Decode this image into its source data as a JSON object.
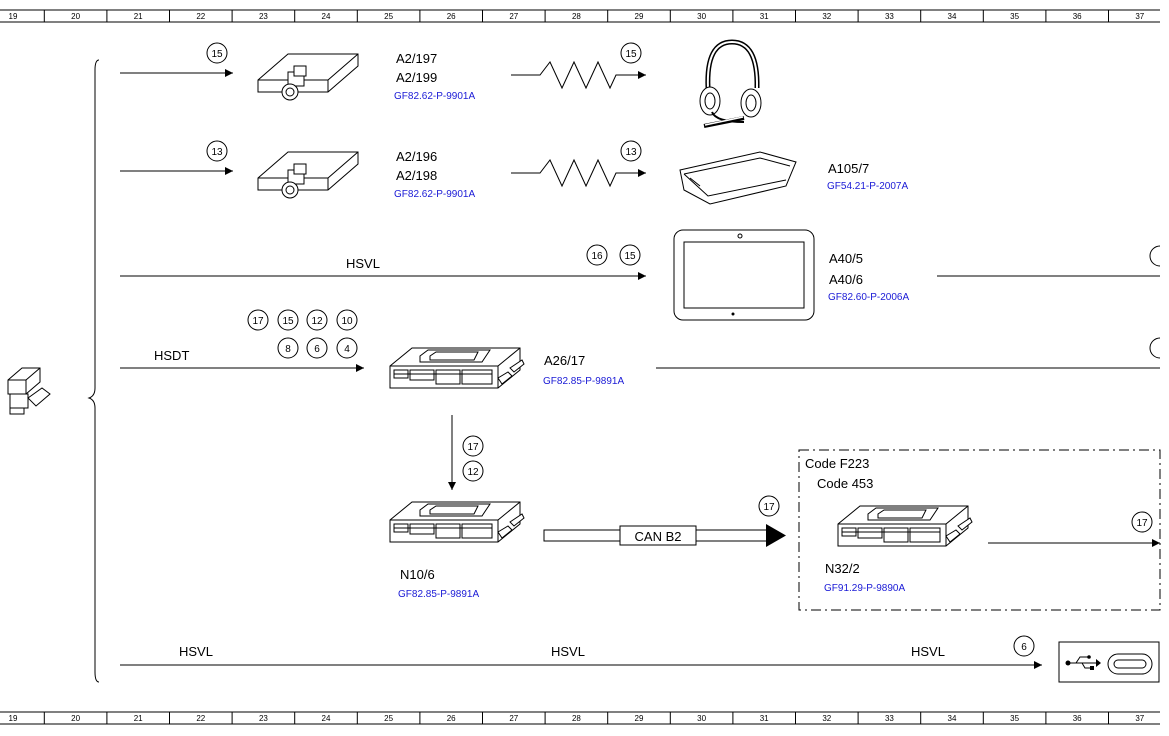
{
  "ruler": {
    "top": [
      "19",
      "20",
      "21",
      "22",
      "23",
      "24",
      "25",
      "26",
      "27",
      "28",
      "29",
      "30",
      "31",
      "32",
      "33",
      "34",
      "35",
      "36",
      "37"
    ],
    "bottom": [
      "19",
      "20",
      "21",
      "22",
      "23",
      "24",
      "25",
      "26",
      "27",
      "28",
      "29",
      "30",
      "31",
      "32",
      "33",
      "34",
      "35",
      "36",
      "37"
    ]
  },
  "rows": {
    "r1": {
      "designators": [
        "A2/197",
        "A2/199"
      ],
      "ref": "GF82.62-P-9901A",
      "in_marker": "15",
      "out_marker": "15"
    },
    "r2": {
      "designators": [
        "A2/196",
        "A2/198"
      ],
      "ref": "GF82.62-P-9901A",
      "in_marker": "13",
      "out_marker": "13",
      "device": "A105/7",
      "device_ref": "GF54.21-P-2007A"
    },
    "r3": {
      "bus": "HSVL",
      "markers": [
        "16",
        "15"
      ],
      "designators": [
        "A40/5",
        "A40/6"
      ],
      "ref": "GF82.60-P-2006A"
    },
    "r4": {
      "bus": "HSDT",
      "markers_top": [
        "17",
        "15",
        "12",
        "10"
      ],
      "markers_bottom": [
        "8",
        "6",
        "4"
      ],
      "designator": "A26/17",
      "ref": "GF82.85-P-9891A",
      "down_markers": [
        "17",
        "12"
      ]
    },
    "r5": {
      "designator": "N10/6",
      "ref": "GF82.85-P-9891A",
      "bus": "CAN B2",
      "marker": "17"
    },
    "option": {
      "code1": "Code F223",
      "code2": "Code 453",
      "designator": "N32/2",
      "ref": "GF91.29-P-9890A",
      "out_marker": "17"
    },
    "r6": {
      "bus_labels": [
        "HSVL",
        "HSVL",
        "HSVL"
      ],
      "marker": "6"
    }
  }
}
